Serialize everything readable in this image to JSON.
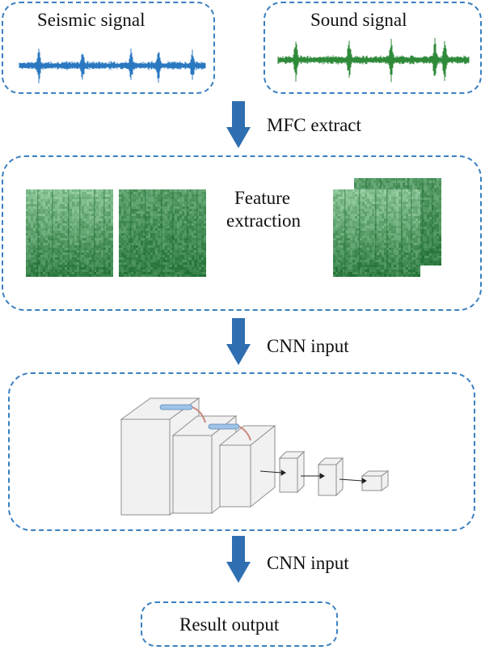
{
  "inputs": {
    "seismic_label": "Seismic signal",
    "sound_label": "Sound signal"
  },
  "steps": {
    "mfc_label": "MFC extract",
    "feature_label_line1": "Feature",
    "feature_label_line2": "extraction",
    "cnn_input_label_1": "CNN input",
    "cnn_input_label_2": "CNN input",
    "result_label": "Result output"
  },
  "colors": {
    "box_border": "#3b7fc0",
    "arrow": "#2f6fb1",
    "seismic_wave": "#2a78c0",
    "sound_wave": "#2f8a3a",
    "spectrogram_dark": "#1e7a3a",
    "spectrogram_light": "#7cc08a"
  }
}
